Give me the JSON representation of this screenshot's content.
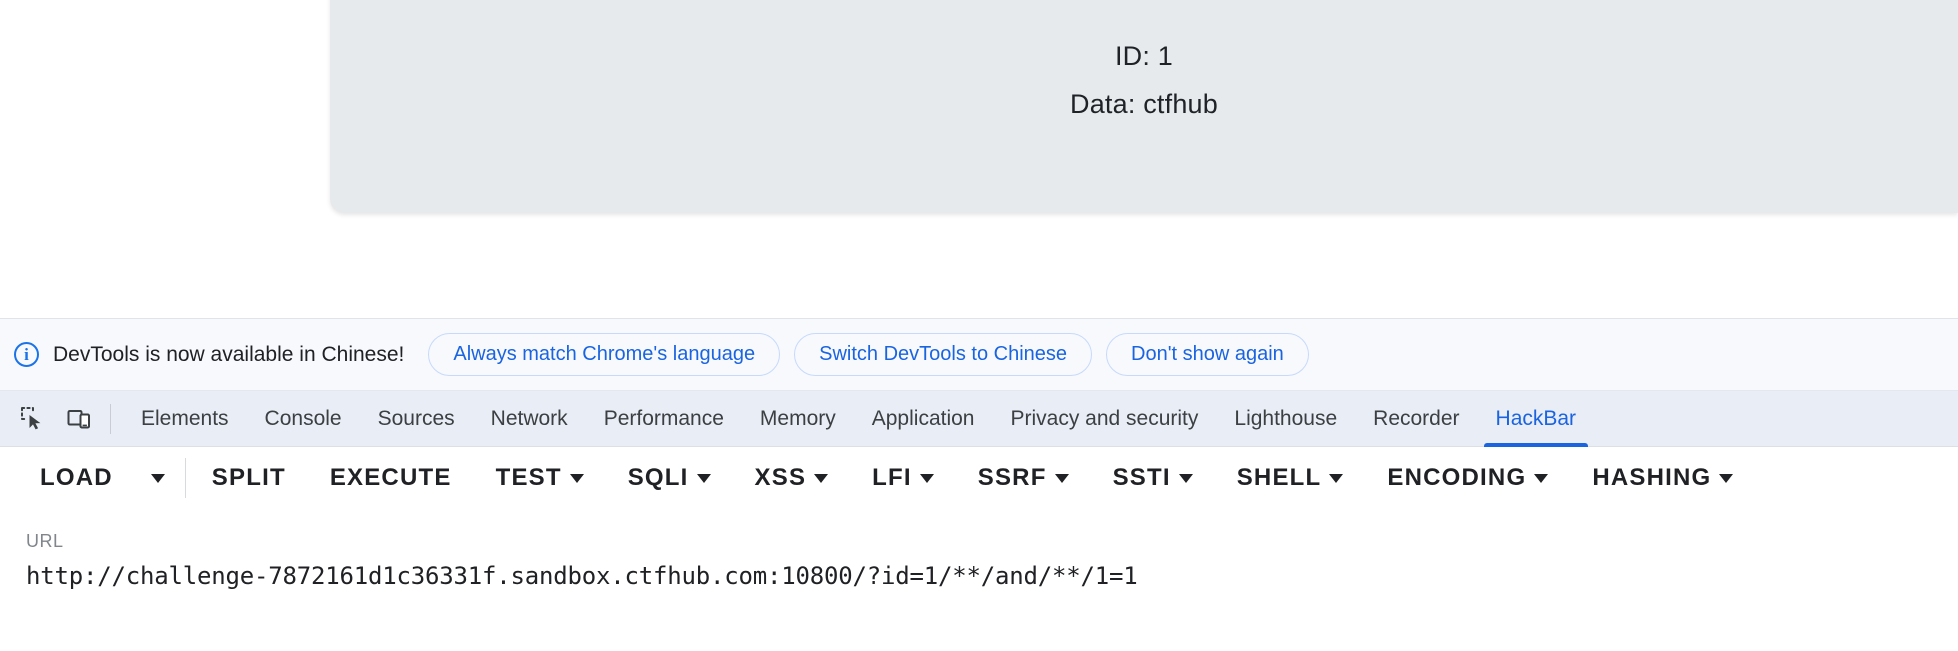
{
  "page": {
    "result_lines": [
      "ID: 1",
      "Data: ctfhub"
    ]
  },
  "devtools": {
    "banner": {
      "info_icon": "info-icon",
      "message": "DevTools is now available in Chinese!",
      "buttons": [
        {
          "label": "Always match Chrome's language",
          "name": "always-match-chrome-language-button"
        },
        {
          "label": "Switch DevTools to Chinese",
          "name": "switch-devtools-to-chinese-button"
        },
        {
          "label": "Don't show again",
          "name": "dont-show-again-button"
        }
      ]
    },
    "toolbar_icons": [
      {
        "name": "inspect-element-icon"
      },
      {
        "name": "device-toolbar-icon"
      }
    ],
    "tabs": [
      {
        "label": "Elements",
        "active": false
      },
      {
        "label": "Console",
        "active": false
      },
      {
        "label": "Sources",
        "active": false
      },
      {
        "label": "Network",
        "active": false
      },
      {
        "label": "Performance",
        "active": false
      },
      {
        "label": "Memory",
        "active": false
      },
      {
        "label": "Application",
        "active": false
      },
      {
        "label": "Privacy and security",
        "active": false
      },
      {
        "label": "Lighthouse",
        "active": false
      },
      {
        "label": "Recorder",
        "active": false
      },
      {
        "label": "HackBar",
        "active": true
      }
    ],
    "active_tab": "HackBar",
    "accent_color": "#1a64e0"
  },
  "hackbar": {
    "actions": [
      {
        "label": "LOAD",
        "caret": false
      },
      {
        "label": "SPLIT",
        "caret": false
      },
      {
        "label": "EXECUTE",
        "caret": false
      },
      {
        "label": "TEST",
        "caret": true
      },
      {
        "label": "SQLI",
        "caret": true
      },
      {
        "label": "XSS",
        "caret": true
      },
      {
        "label": "LFI",
        "caret": true
      },
      {
        "label": "SSRF",
        "caret": true
      },
      {
        "label": "SSTI",
        "caret": true
      },
      {
        "label": "SHELL",
        "caret": true
      },
      {
        "label": "ENCODING",
        "caret": true
      },
      {
        "label": "HASHING",
        "caret": true
      }
    ],
    "url_label": "URL",
    "url_value": "http://challenge-7872161d1c36331f.sandbox.ctfhub.com:10800/?id=1/**/and/**/1=1"
  }
}
